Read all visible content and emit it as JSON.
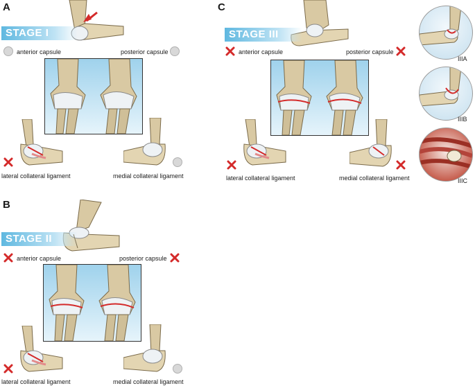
{
  "panels": [
    {
      "letter": "A",
      "stage": "STAGE I",
      "labels": {
        "anterior_capsule": "anterior capsule",
        "posterior_capsule": "posterior capsule",
        "lateral_collateral_ligament": "lateral collateral ligament",
        "medial_collateral_ligament": "medial collateral ligament"
      },
      "status": {
        "anterior_capsule": "intact",
        "posterior_capsule": "intact",
        "lateral_collateral_ligament": "torn",
        "medial_collateral_ligament": "intact"
      }
    },
    {
      "letter": "B",
      "stage": "STAGE II",
      "labels": {
        "anterior_capsule": "anterior capsule",
        "posterior_capsule": "posterior capsule",
        "lateral_collateral_ligament": "lateral collateral ligament",
        "medial_collateral_ligament": "medial collateral ligament"
      },
      "status": {
        "anterior_capsule": "torn",
        "posterior_capsule": "torn",
        "lateral_collateral_ligament": "torn",
        "medial_collateral_ligament": "intact"
      }
    },
    {
      "letter": "C",
      "stage": "STAGE III",
      "labels": {
        "anterior_capsule": "anterior capsule",
        "posterior_capsule": "posterior capsule",
        "lateral_collateral_ligament": "lateral collateral ligament",
        "medial_collateral_ligament": "medial collateral ligament"
      },
      "status": {
        "anterior_capsule": "torn",
        "posterior_capsule": "torn",
        "lateral_collateral_ligament": "torn",
        "medial_collateral_ligament": "torn"
      }
    }
  ],
  "substages": [
    "IIIA",
    "IIIB",
    "IIIC"
  ],
  "colors": {
    "banner": "#5fb8e0",
    "tear_mark": "#d42a2a",
    "intact_mark": "#d8d8d8",
    "bone": "#d9c9a3",
    "cartilage": "#eef2f5",
    "background_box": "#9fd2ec"
  },
  "icons": {
    "torn": "red-x-icon",
    "intact": "grey-circle-icon"
  }
}
